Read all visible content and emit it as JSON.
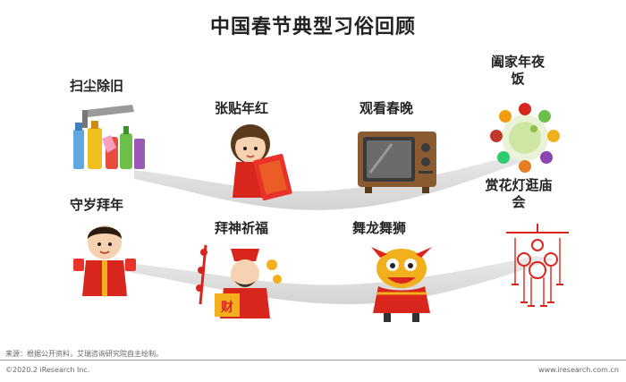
{
  "title": "中国春节典型习俗回顾",
  "customs": [
    {
      "label": "扫尘除旧",
      "icon": "cleaning-supplies-icon"
    },
    {
      "label": "张贴年红",
      "icon": "girl-with-couplet-icon"
    },
    {
      "label": "观看春晚",
      "icon": "television-icon"
    },
    {
      "label": "阖家年夜\n饭",
      "icon": "reunion-dinner-food-icon"
    },
    {
      "label": "守岁拜年",
      "icon": "boy-greeting-icon"
    },
    {
      "label": "拜神祈福",
      "icon": "god-of-wealth-icon"
    },
    {
      "label": "舞龙舞狮",
      "icon": "lion-dance-icon"
    },
    {
      "label": "赏花灯逛庙\n会",
      "icon": "lantern-icon"
    }
  ],
  "wealth_sign": "财",
  "footer": {
    "source": "来源：根据公开资料，艾瑞咨询研究院自主绘制。",
    "copyright": "©2020.2 iResearch Inc.",
    "website": "www.iresearch.com.cn"
  },
  "colors": {
    "accent_red": "#d9261c",
    "path_gray": "#e6e6e6",
    "gold": "#f2b01e"
  }
}
